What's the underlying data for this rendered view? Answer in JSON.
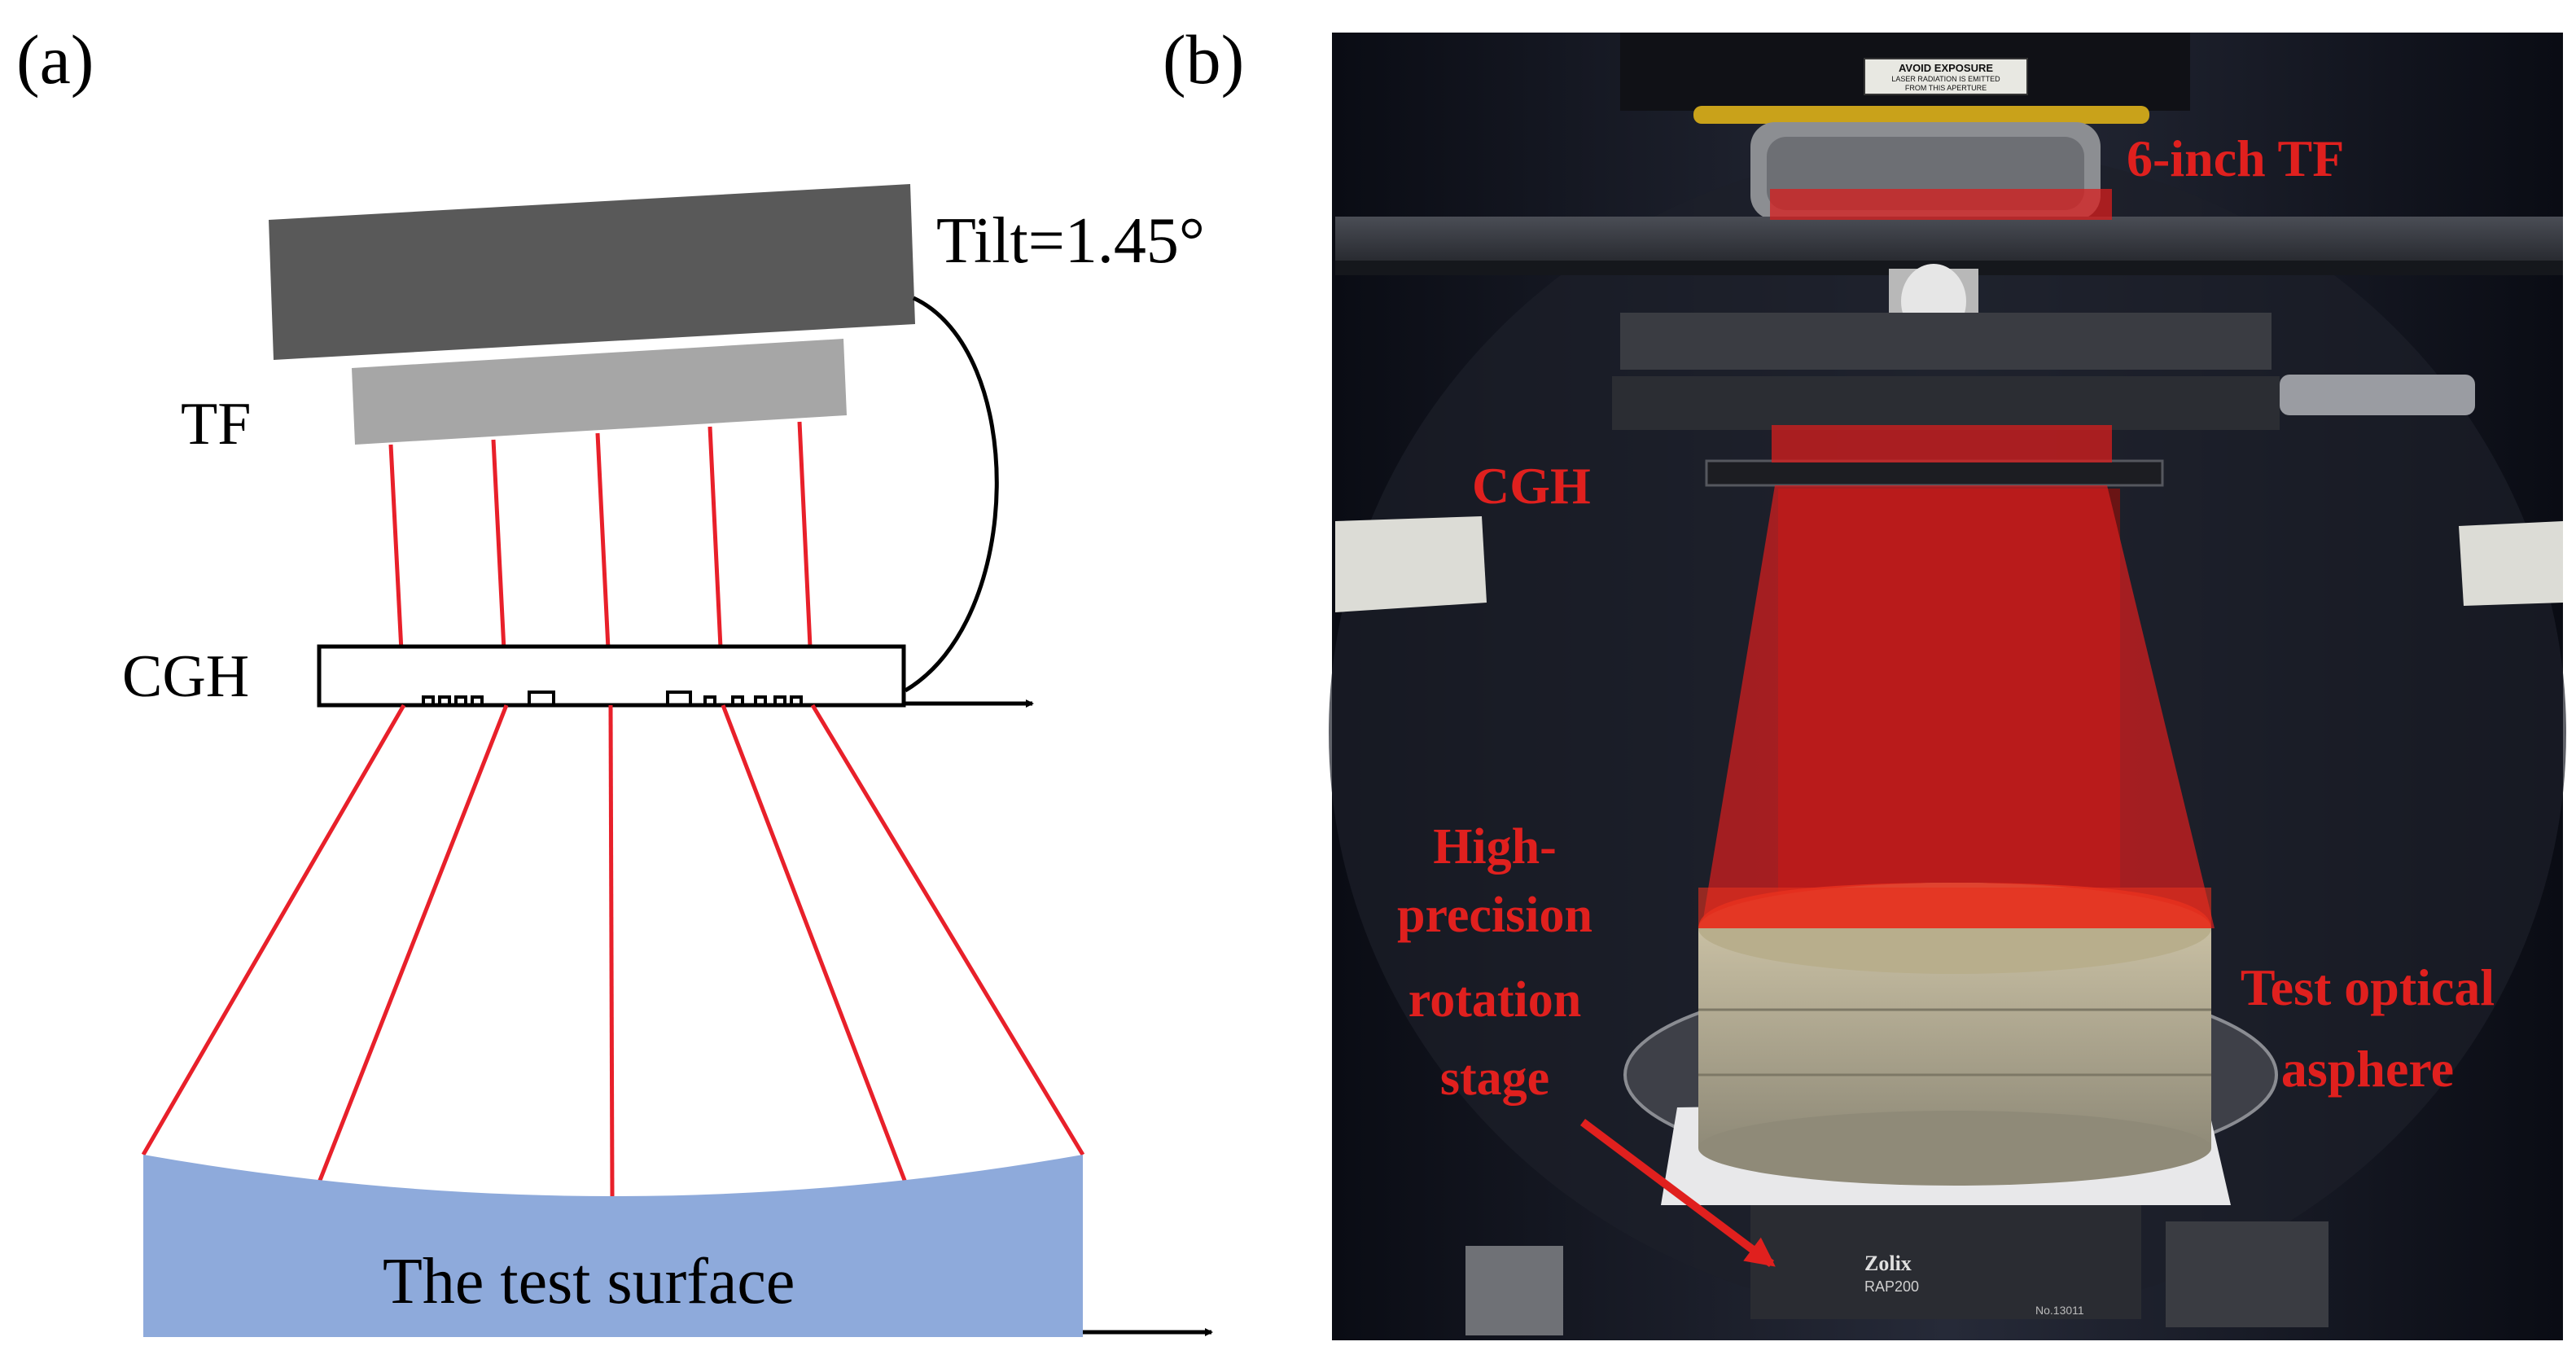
{
  "panel_a": {
    "label": "(a)",
    "tilt_label": "Tilt=1.45°",
    "tf_label": "TF",
    "cgh_label": "CGH",
    "surface_label": "The test surface"
  },
  "panel_b": {
    "label": "(b)",
    "tf_label": "6-inch TF",
    "cgh_label": "CGH",
    "stage_label": [
      "High-",
      "precision",
      "rotation",
      "stage"
    ],
    "asphere_label": [
      "Test optical",
      "asphere"
    ],
    "sign_text": [
      "AVOID EXPOSURE",
      "LASER RADIATION IS EMITTED",
      "FROM THIS APERTURE"
    ],
    "stage_brand": "Zolix",
    "stage_model": "RAP200",
    "stage_serial": "No.13011"
  },
  "colors": {
    "ray_red": "#e8202a",
    "annotation_red": "#e0201e",
    "surface_blue": "#8eaadb",
    "tf_dark": "#555555",
    "tf_light": "#a6a6a6",
    "beam_red": "#d81e1e"
  }
}
